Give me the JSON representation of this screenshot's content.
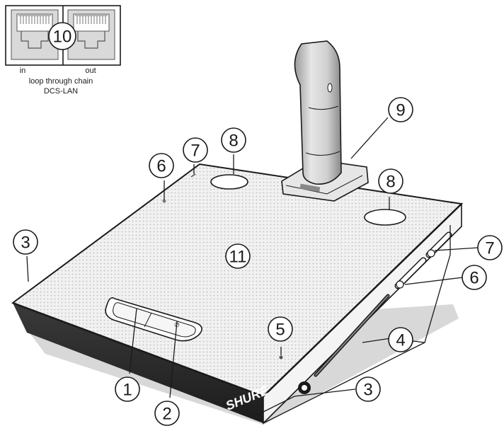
{
  "connector_panel": {
    "port_in_label": "in",
    "port_out_label": "out",
    "caption_line1": "loop through chain",
    "caption_line2": "DCS-LAN"
  },
  "device": {
    "brand": "SHURE",
    "button_1_text": "",
    "button_2_text": ""
  },
  "callouts": {
    "c1": "1",
    "c2": "2",
    "c3a": "3",
    "c3b": "3",
    "c4": "4",
    "c5": "5",
    "c6a": "6",
    "c6b": "6",
    "c7a": "7",
    "c7b": "7",
    "c8a": "8",
    "c8b": "8",
    "c9": "9",
    "c10": "10",
    "c11": "11"
  }
}
